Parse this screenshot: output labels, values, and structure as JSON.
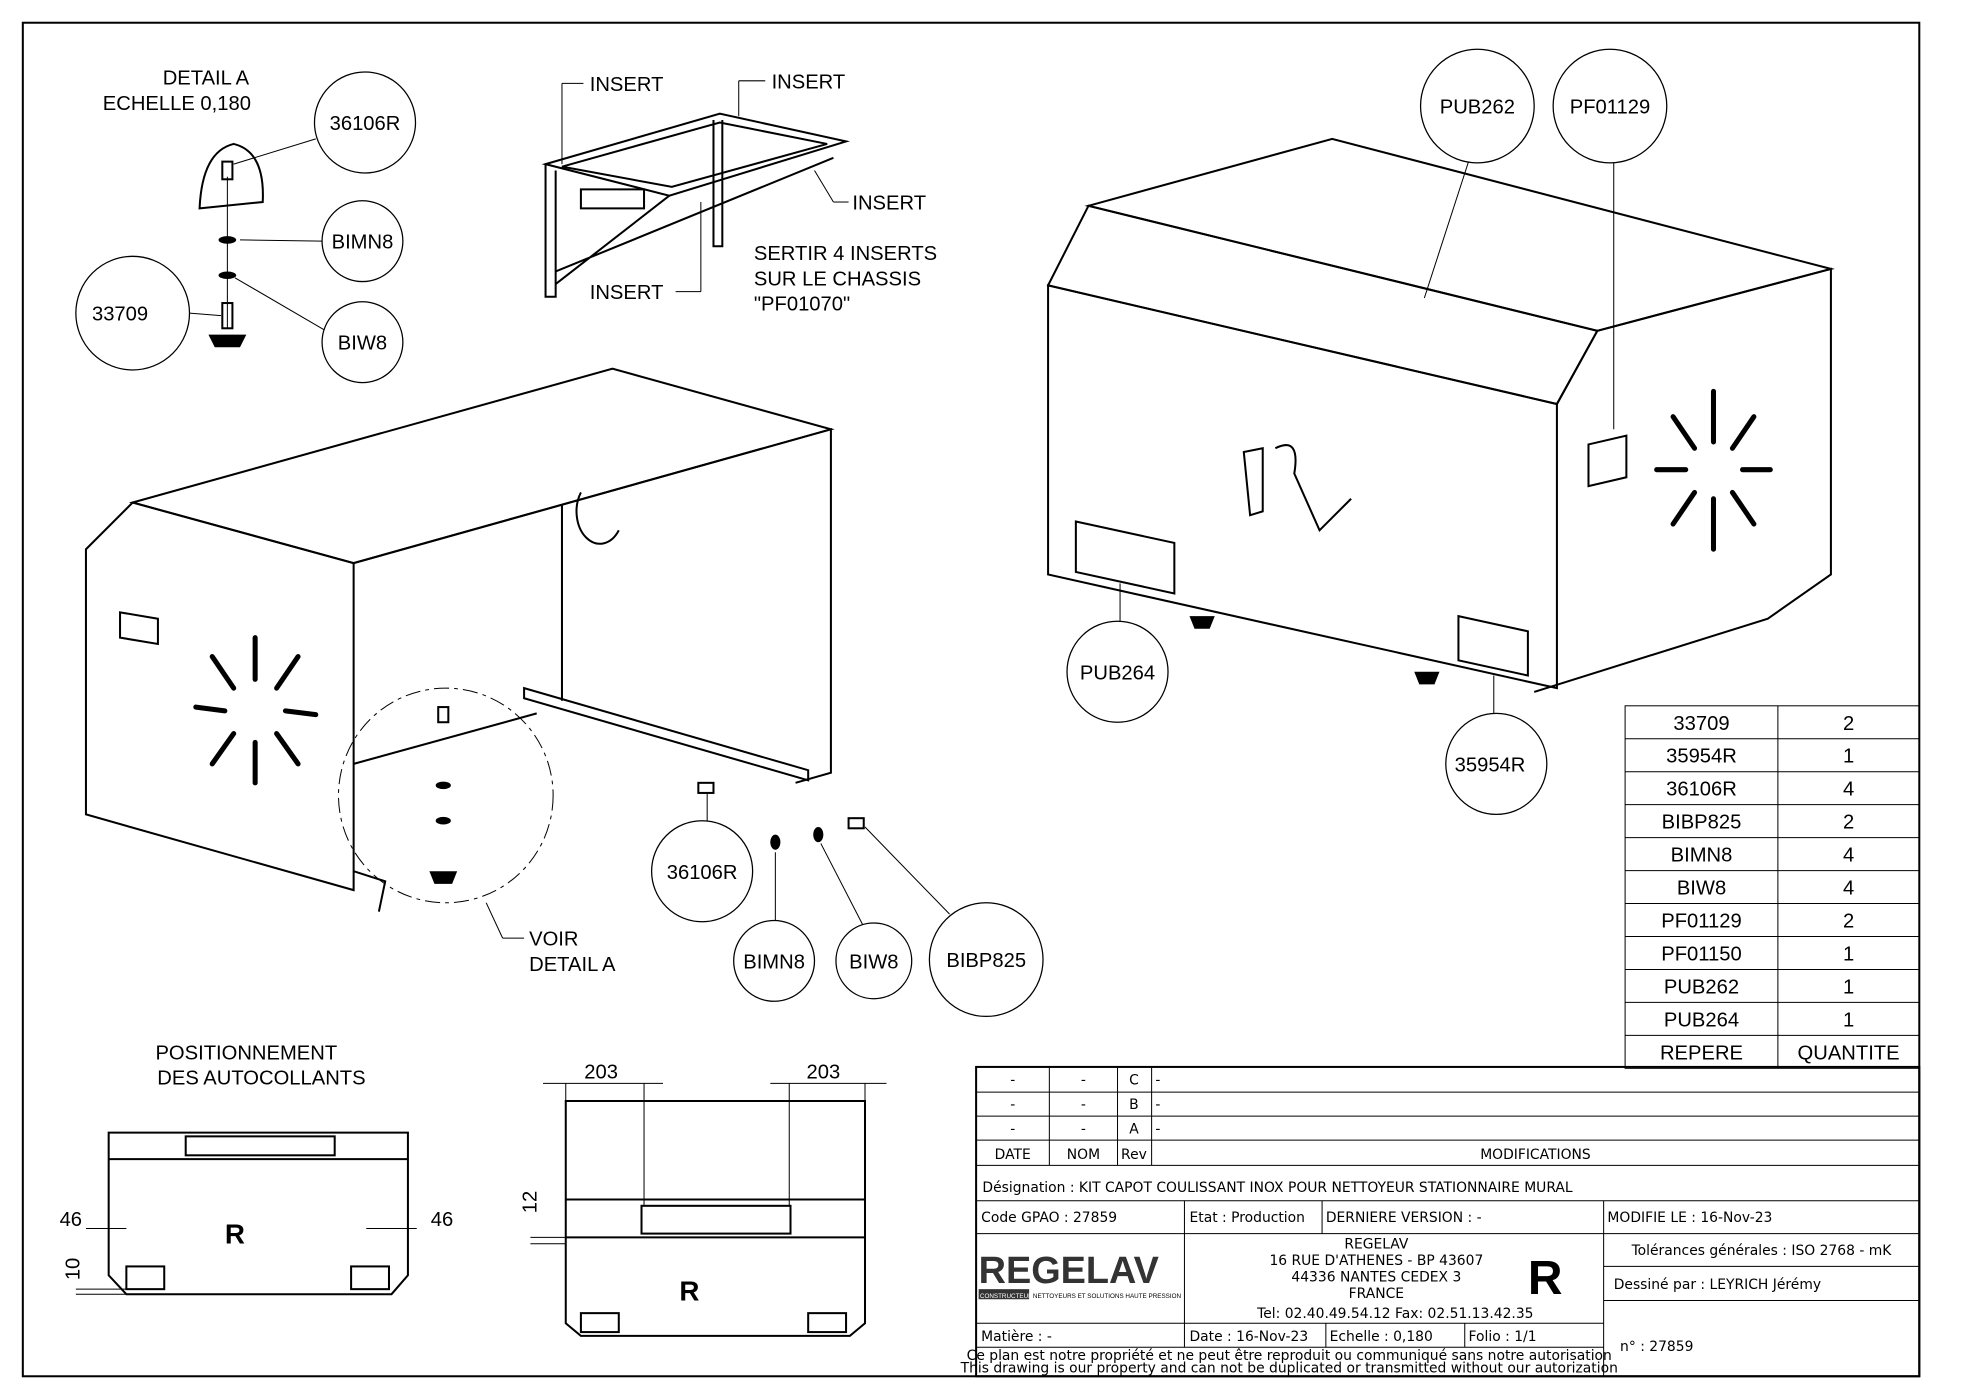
{
  "detail": {
    "title": "DETAIL  A",
    "scale": "ECHELLE  0,180"
  },
  "detail_balloons": [
    "36106R",
    "BIMN8",
    "33709",
    "BIW8"
  ],
  "inserts": {
    "label": "INSERT",
    "note": [
      "SERTIR 4 INSERTS",
      "SUR LE CHASSIS",
      "\"PF01070\""
    ]
  },
  "right_balloons": [
    "PUB262",
    "PF01129",
    "PUB264",
    "35954R"
  ],
  "middle_balloons": [
    "36106R",
    "BIMN8",
    "BIW8",
    "BIBP825"
  ],
  "voir": [
    "VOIR",
    "DETAIL  A"
  ],
  "stickers": [
    "POSITIONNEMENT",
    "DES AUTOCOLLANTS"
  ],
  "dimensions": {
    "d203a": "203",
    "d203b": "203",
    "d46a": "46",
    "d46b": "46",
    "d10": "10",
    "d12": "12"
  },
  "bom": {
    "header": {
      "ref": "REPERE",
      "qty": "QUANTITE"
    },
    "rows": [
      {
        "ref": "33709",
        "qty": "2"
      },
      {
        "ref": "35954R",
        "qty": "1"
      },
      {
        "ref": "36106R",
        "qty": "4"
      },
      {
        "ref": "BIBP825",
        "qty": "2"
      },
      {
        "ref": "BIMN8",
        "qty": "4"
      },
      {
        "ref": "BIW8",
        "qty": "4"
      },
      {
        "ref": "PF01129",
        "qty": "2"
      },
      {
        "ref": "PF01150",
        "qty": "1"
      },
      {
        "ref": "PUB262",
        "qty": "1"
      },
      {
        "ref": "PUB264",
        "qty": "1"
      }
    ]
  },
  "title_block": {
    "revisions": [
      {
        "date": "-",
        "nom": "-",
        "rev": "C",
        "mod": "-"
      },
      {
        "date": "-",
        "nom": "-",
        "rev": "B",
        "mod": "-"
      },
      {
        "date": "-",
        "nom": "-",
        "rev": "A",
        "mod": "-"
      }
    ],
    "rev_headers": {
      "date": "DATE",
      "nom": "NOM",
      "rev": "Rev",
      "mod": "MODIFICATIONS"
    },
    "designation": "Désignation : KIT CAPOT COULISSANT INOX POUR NETTOYEUR STATIONNAIRE MURAL",
    "code": "Code GPAO : 27859",
    "etat": "Etat : Production",
    "version": "DERNIERE VERSION : -",
    "modified": "MODIFIE LE : 16-Nov-23",
    "logo": "REGELAV",
    "logo_tag": "CONSTRUCTEUR",
    "logo_sub": "NETTOYEURS ET SOLUTIONS HAUTE PRESSION",
    "address": [
      "REGELAV",
      "16 RUE D'ATHENES - BP 43607",
      "44336 NANTES CEDEX 3",
      "FRANCE",
      "Tel:   02.40.49.54.12   Fax:   02.51.13.42.35"
    ],
    "tolerances": "Tolérances générales : ISO 2768 - mK",
    "drawn_by": "Dessiné par : LEYRICH Jérémy",
    "matiere": "Matière : -",
    "date": "Date : 16-Nov-23",
    "echelle": "Echelle : 0,180",
    "folio": "Folio : 1/1",
    "number": "n° : 27859",
    "disclaimer": [
      "Ce plan est notre propriété et ne peut être reproduit ou communiqué sans notre autorisation",
      "This drawing is our property and can not be duplicated or transmitted without our autorization"
    ]
  }
}
